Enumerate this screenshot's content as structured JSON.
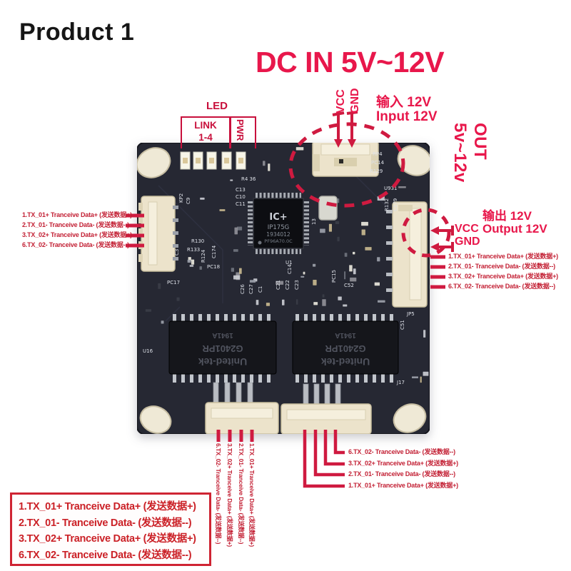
{
  "header": {
    "title": "Product 1"
  },
  "colors": {
    "accent_red": "#e8174b",
    "accent_deep": "#c8103c",
    "label_red": "#c32135",
    "leader_red": "#cf1a40",
    "board": "#262833",
    "connector": "#ece3cb"
  },
  "power_in": {
    "heading": "DC IN 5V~12V",
    "pin_vcc": "VCC",
    "pin_gnd": "GND",
    "note_cn": "输入 12V",
    "note_en": "Input 12V"
  },
  "power_out": {
    "heading": "OUT 5v~12v",
    "pin_vcc": "VCC",
    "pin_gnd": "GND",
    "note_cn": "输出 12V",
    "note_en": "Output 12V"
  },
  "led_legend": {
    "title": "LED",
    "link_line1": "LINK",
    "link_line2": "1-4",
    "pwr": "PWR"
  },
  "pin_labels": {
    "left": [
      "1.TX_01+ Tranceive Data+ (发送数据+)",
      "2.TX_01- Tranceive Data- (发送数据--)",
      "3.TX_02+ Tranceive Data+ (发送数据+)",
      "6.TX_02- Tranceive Data- (发送数据--)"
    ],
    "right": [
      "1.TX_01+ Tranceive Data+ (发送数据+)",
      "2.TX_01- Tranceive Data- (发送数据--)",
      "3.TX_02+ Tranceive Data+ (发送数据+)",
      "6.TX_02- Tranceive Data- (发送数据--)"
    ],
    "bottom_left_columns": [
      "6.TX_02- Tranceive Data- (发送数据--)",
      "3.TX_02+ Tranceive Data+ (发送数据+)",
      "2.TX_01- Tranceive Data- (发送数据--)",
      "1.TX_01+ Tranceive Data+ (发送数据+)"
    ],
    "bottom_right": [
      "6.TX_02- Tranceive Data- (发送数据--)",
      "3.TX_02+ Tranceive Data+ (发送数据+)",
      "2.TX_01- Tranceive Data- (发送数据--)",
      "1.TX_01+ Tranceive Data+ (发送数据+)"
    ],
    "legend_box": [
      "1.TX_01+ Tranceive Data+ (发送数据+)",
      "2.TX_01- Tranceive Data- (发送数据--)",
      "3.TX_02+ Tranceive Data+ (发送数据+)",
      "6.TX_02- Tranceive Data- (发送数据--)"
    ]
  },
  "board": {
    "main_ic": {
      "logo": "IC+",
      "part": "IP175G",
      "lot": "1934012",
      "code": "PF96A70.0C"
    },
    "transformer": {
      "brand": "United-tek",
      "model": "G2401PR",
      "lot": "1941A"
    },
    "silkscreen": [
      "KP2",
      "C9",
      "R130",
      "R133",
      "R124",
      "C3",
      "C174",
      "PC18",
      "PC17",
      "C21",
      "C22",
      "C23",
      "C26",
      "C27",
      "C1",
      "U1",
      "C14",
      "13",
      "C13",
      "C10",
      "C11",
      "R4 36",
      "U16",
      "J17",
      "JP5",
      "C51",
      "U931",
      "R132",
      "C179",
      "RP4",
      "PC14",
      "R129",
      "C52",
      "PC15"
    ]
  }
}
